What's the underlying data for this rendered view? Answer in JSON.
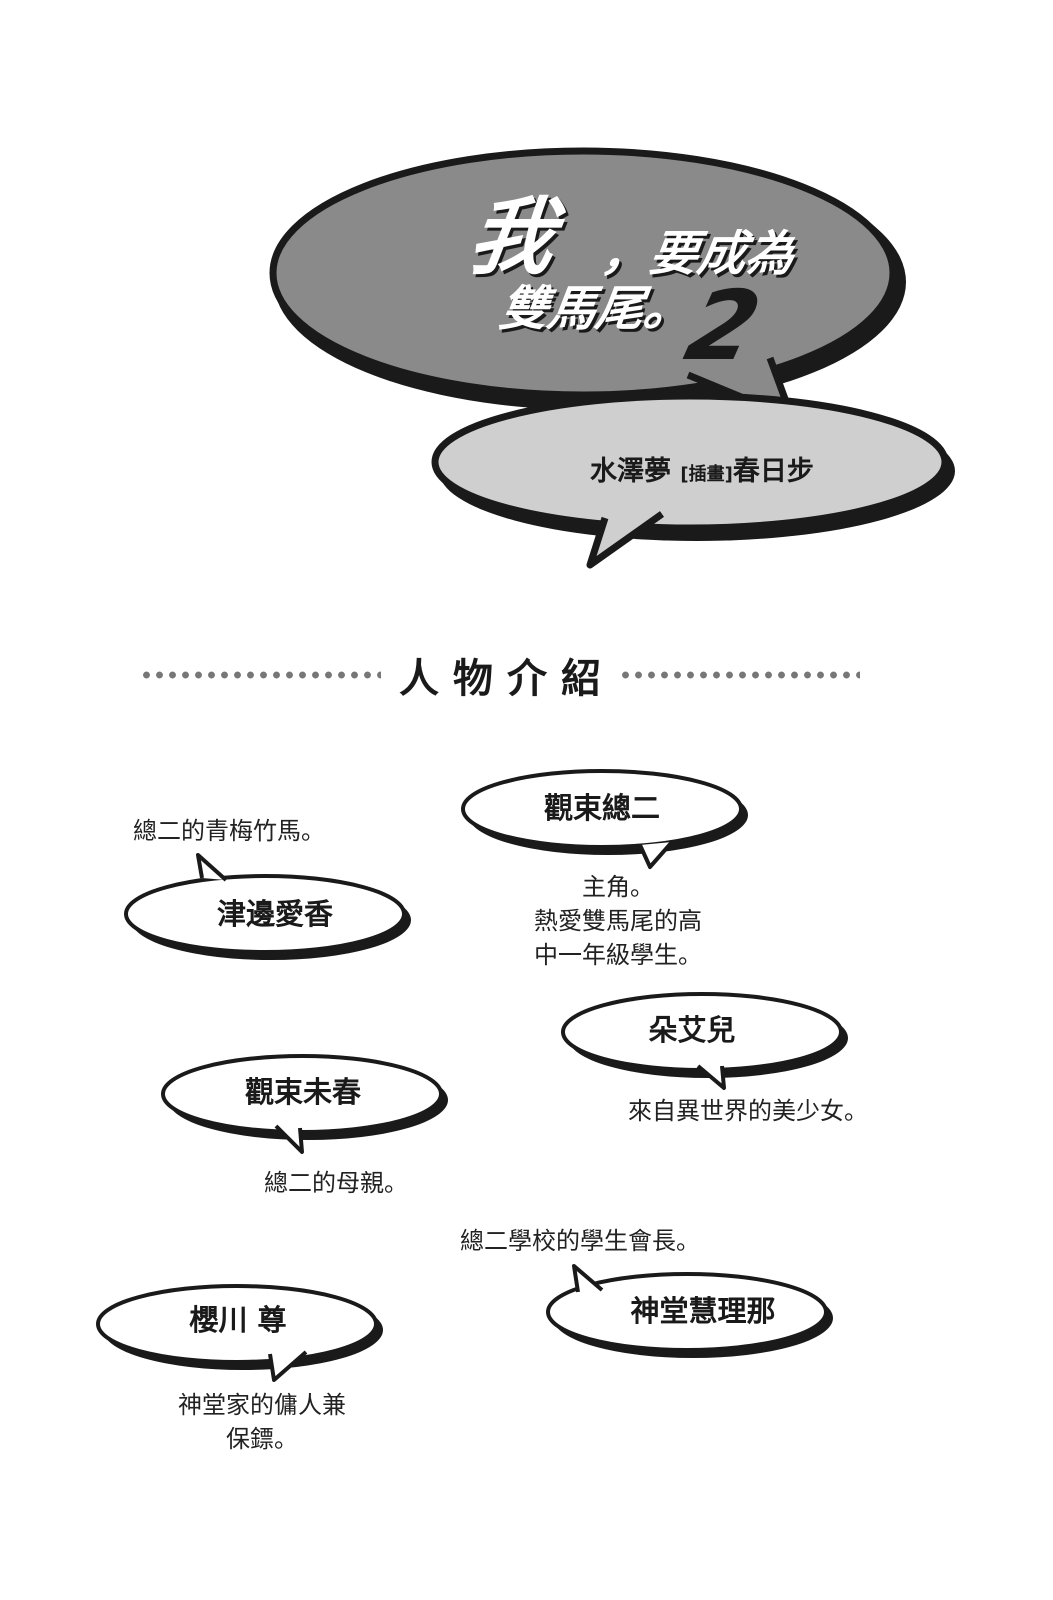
{
  "title": {
    "main_char": "我",
    "rest_line1": "，要成為",
    "line2": "雙馬尾。",
    "volume": "2"
  },
  "credits": {
    "author": "水澤夢",
    "illustrator_tag": "[插畫]",
    "illustrator": "春日步"
  },
  "section": {
    "heading": "人物介紹"
  },
  "characters": [
    {
      "name": "觀束總二",
      "desc_lines": [
        "主角。",
        "熱愛雙馬尾的高",
        "中一年級學生。"
      ]
    },
    {
      "name": "津邊愛香",
      "desc_lines": [
        "總二的青梅竹馬。"
      ]
    },
    {
      "name": "朵艾兒",
      "desc_lines": [
        "來自異世界的美少女。"
      ]
    },
    {
      "name": "觀束未春",
      "desc_lines": [
        "總二的母親。"
      ]
    },
    {
      "name": "神堂慧理那",
      "desc_lines": [
        "總二學校的學生會長。"
      ]
    },
    {
      "name": "櫻川 尊",
      "desc_lines": [
        "神堂家的傭人兼",
        "保鏢。"
      ]
    }
  ],
  "colors": {
    "ink": "#1a1a1a",
    "title_bubble": "#8a8a8a",
    "author_bubble": "#cfcfcf",
    "dots": "#777777"
  }
}
